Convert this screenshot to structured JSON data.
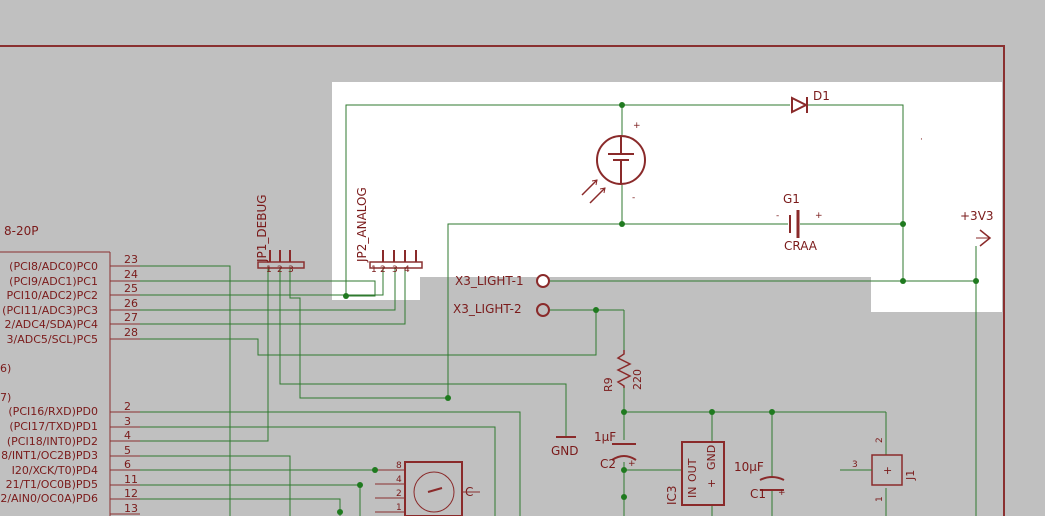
{
  "mcu": {
    "name_partial": "8-20P",
    "pins_top": [
      {
        "label": "(PCI8/ADC0)PC0",
        "num": "23"
      },
      {
        "label": "(PCI9/ADC1)PC1",
        "num": "24"
      },
      {
        "label": "PCI10/ADC2)PC2",
        "num": "25"
      },
      {
        "label": "(PCI11/ADC3)PC3",
        "num": "26"
      },
      {
        "label": "2/ADC4/SDA)PC4",
        "num": "27"
      },
      {
        "label": "3/ADC5/SCL)PC5",
        "num": "28"
      }
    ],
    "frag1": "6)",
    "frag2": "7)",
    "pins_bottom": [
      {
        "label": "(PCI16/RXD)PD0",
        "num": "2"
      },
      {
        "label": "(PCI17/TXD)PD1",
        "num": "3"
      },
      {
        "label": "(PCI18/INT0)PD2",
        "num": "4"
      },
      {
        "label": "8/INT1/OC2B)PD3",
        "num": "5"
      },
      {
        "label": "I20/XCK/T0)PD4",
        "num": "6"
      },
      {
        "label": "21/T1/OC0B)PD5",
        "num": "11"
      },
      {
        "label": "2/AIN0/OC0A)PD6",
        "num": "12"
      },
      {
        "label": "",
        "num": "13"
      }
    ]
  },
  "connectors": {
    "jp1": {
      "name": "JP1_DEBUG",
      "pins": [
        "1",
        "2",
        "3"
      ]
    },
    "jp2": {
      "name": "JP2_ANALOG",
      "pins": [
        "1",
        "2",
        "3",
        "4"
      ]
    }
  },
  "nets": {
    "x3_light_1": "X3_LIGHT-1",
    "x3_light_2": "X3_LIGHT-2",
    "vcc": "+3V3",
    "gnd": "GND"
  },
  "parts": {
    "d1": "D1",
    "g1": "G1",
    "g1_value": "CRAA",
    "r9": "R9",
    "r9_value": "220",
    "c2": "C2",
    "c2_value": "1µF",
    "c1": "C1",
    "c1_value": "10µF",
    "ic3": "IC3",
    "ic3_out": "OUT",
    "ic3_in": "IN",
    "ic3_gnd": "GND",
    "j1": "J1",
    "j1_pin2": "2",
    "j1_pin3": "3",
    "j1_pin1": "1",
    "switch_pins": [
      "8",
      "4",
      "2",
      "1"
    ],
    "switch_c": "C",
    "plus": "+",
    "minus": "-"
  }
}
